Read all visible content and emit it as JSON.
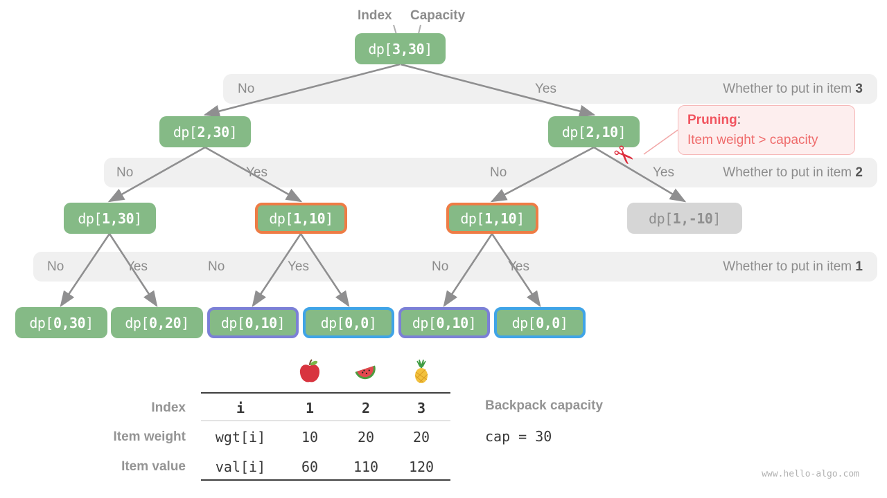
{
  "header": {
    "index": "Index",
    "capacity": "Capacity"
  },
  "tree": {
    "nodes": [
      {
        "pre": "dp[",
        "num": "3,30",
        "post": "]",
        "variant": "green"
      },
      {
        "pre": "dp[",
        "num": "2,30",
        "post": "]",
        "variant": "green"
      },
      {
        "pre": "dp[",
        "num": "2,10",
        "post": "]",
        "variant": "green"
      },
      {
        "pre": "dp[",
        "num": "1,30",
        "post": "]",
        "variant": "green"
      },
      {
        "pre": "dp[",
        "num": "1,10",
        "post": "]",
        "variant": "orange"
      },
      {
        "pre": "dp[",
        "num": "1,10",
        "post": "]",
        "variant": "orange"
      },
      {
        "pre": "dp[",
        "num": "1,-10",
        "post": "]",
        "variant": "gray"
      },
      {
        "pre": "dp[",
        "num": "0,30",
        "post": "]",
        "variant": "green"
      },
      {
        "pre": "dp[",
        "num": "0,20",
        "post": "]",
        "variant": "green"
      },
      {
        "pre": "dp[",
        "num": "0,10",
        "post": "]",
        "variant": "purple"
      },
      {
        "pre": "dp[",
        "num": "0,0",
        "post": "]",
        "variant": "blue"
      },
      {
        "pre": "dp[",
        "num": "0,10",
        "post": "]",
        "variant": "purple"
      },
      {
        "pre": "dp[",
        "num": "0,0",
        "post": "]",
        "variant": "blue"
      }
    ]
  },
  "bands": [
    {
      "caption": "Whether to put in item",
      "item": "3",
      "labels": [
        "No",
        "Yes"
      ]
    },
    {
      "caption": "Whether to put in item",
      "item": "2",
      "labels": [
        "No",
        "Yes",
        "No",
        "Yes"
      ]
    },
    {
      "caption": "Whether to put in item",
      "item": "1",
      "labels": [
        "No",
        "Yes",
        "No",
        "Yes",
        "No",
        "Yes"
      ]
    }
  ],
  "pruning": {
    "title": "Pruning",
    "colon": ":",
    "text": "Item weight > capacity"
  },
  "icons": {
    "scissors": "✂",
    "fruits": [
      "apple-icon",
      "watermelon-icon",
      "pineapple-icon"
    ]
  },
  "table": {
    "row_labels": [
      "Index",
      "Item weight",
      "Item value"
    ],
    "header_row": [
      "i",
      "1",
      "2",
      "3"
    ],
    "weight_row": [
      "wgt[i]",
      "10",
      "20",
      "20"
    ],
    "value_row": [
      "val[i]",
      "60",
      "110",
      "120"
    ]
  },
  "capacity_info": {
    "label": "Backpack capacity",
    "code": "cap = 30"
  },
  "watermark": "www.hello-algo.com",
  "colors": {
    "node_green": "#85ba86",
    "node_gray_bg": "#d6d6d6",
    "node_gray_text": "#8f8f8f",
    "border_orange": "#ee7c45",
    "border_purple": "#7b80d6",
    "border_blue": "#3fa4e7",
    "band_bg": "#f0f0f0",
    "band_text": "#8c8c8c",
    "arrow": "#8f8f90",
    "pruning_red": "#f1545f",
    "pruning_bg": "#fdeeee",
    "pruning_border": "#f6b8b8"
  }
}
